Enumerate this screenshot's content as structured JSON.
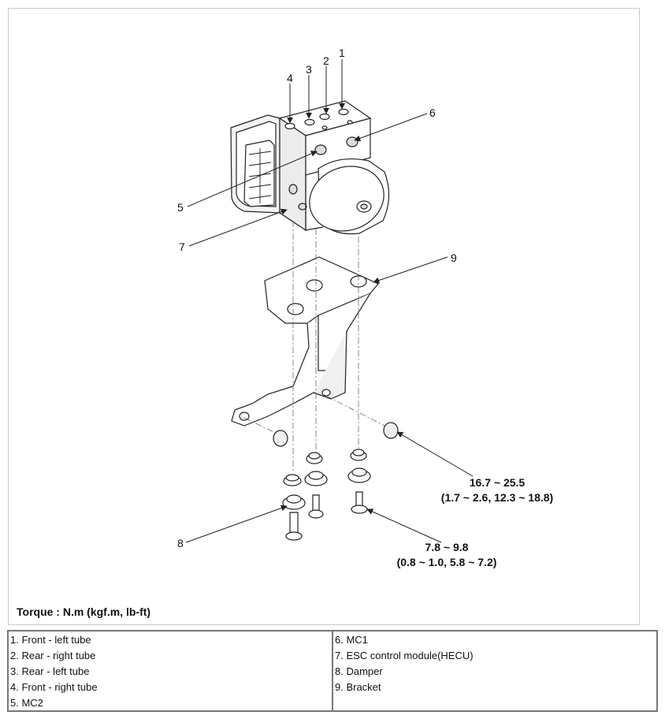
{
  "diagram": {
    "callouts": [
      "1",
      "2",
      "3",
      "4",
      "5",
      "6",
      "7",
      "8",
      "9"
    ],
    "torque_specs": [
      {
        "value": "16.7 ~ 25.5",
        "units": "(1.7 ~ 2.6, 12.3 ~ 18.8)"
      },
      {
        "value": "7.8 ~ 9.8",
        "units": "(0.8 ~ 1.0, 5.8 ~ 7.2)"
      }
    ]
  },
  "note": "Torque : N.m (kgf.m, lb-ft)",
  "legend": {
    "left": [
      "1. Front - left tube",
      "2. Rear - right tube",
      "3. Rear - left tube",
      "4. Front - right tube",
      "5. MC2"
    ],
    "right": [
      "6. MC1",
      "7. ESC control module(HECU)",
      "8. Damper",
      "9. Bracket"
    ]
  },
  "colors": {
    "line": "#222222",
    "part_fill": "#ffffff",
    "shade": "#e6e6e6",
    "border": "#777777"
  }
}
